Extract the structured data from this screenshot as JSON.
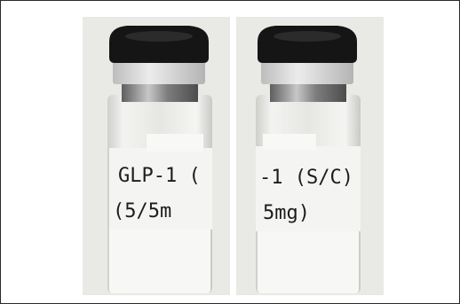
{
  "image": {
    "background_color": "#ffffff",
    "border_color": "#2a2a2a",
    "photo_background": "#e9e9e6",
    "cap_color": "#151515",
    "crimp_color": "#dcdcdc",
    "stopper_color": "#8b8b8b",
    "label_color": "#f4f4f2",
    "powder_color": "#f6f6f4",
    "ink_color": "#1c1c1c"
  },
  "photos": [
    {
      "label_lines": [
        "GLP-1 (",
        "(5/5m"
      ]
    },
    {
      "label_lines": [
        "-1 (S/C)",
        "5mg)"
      ]
    }
  ]
}
